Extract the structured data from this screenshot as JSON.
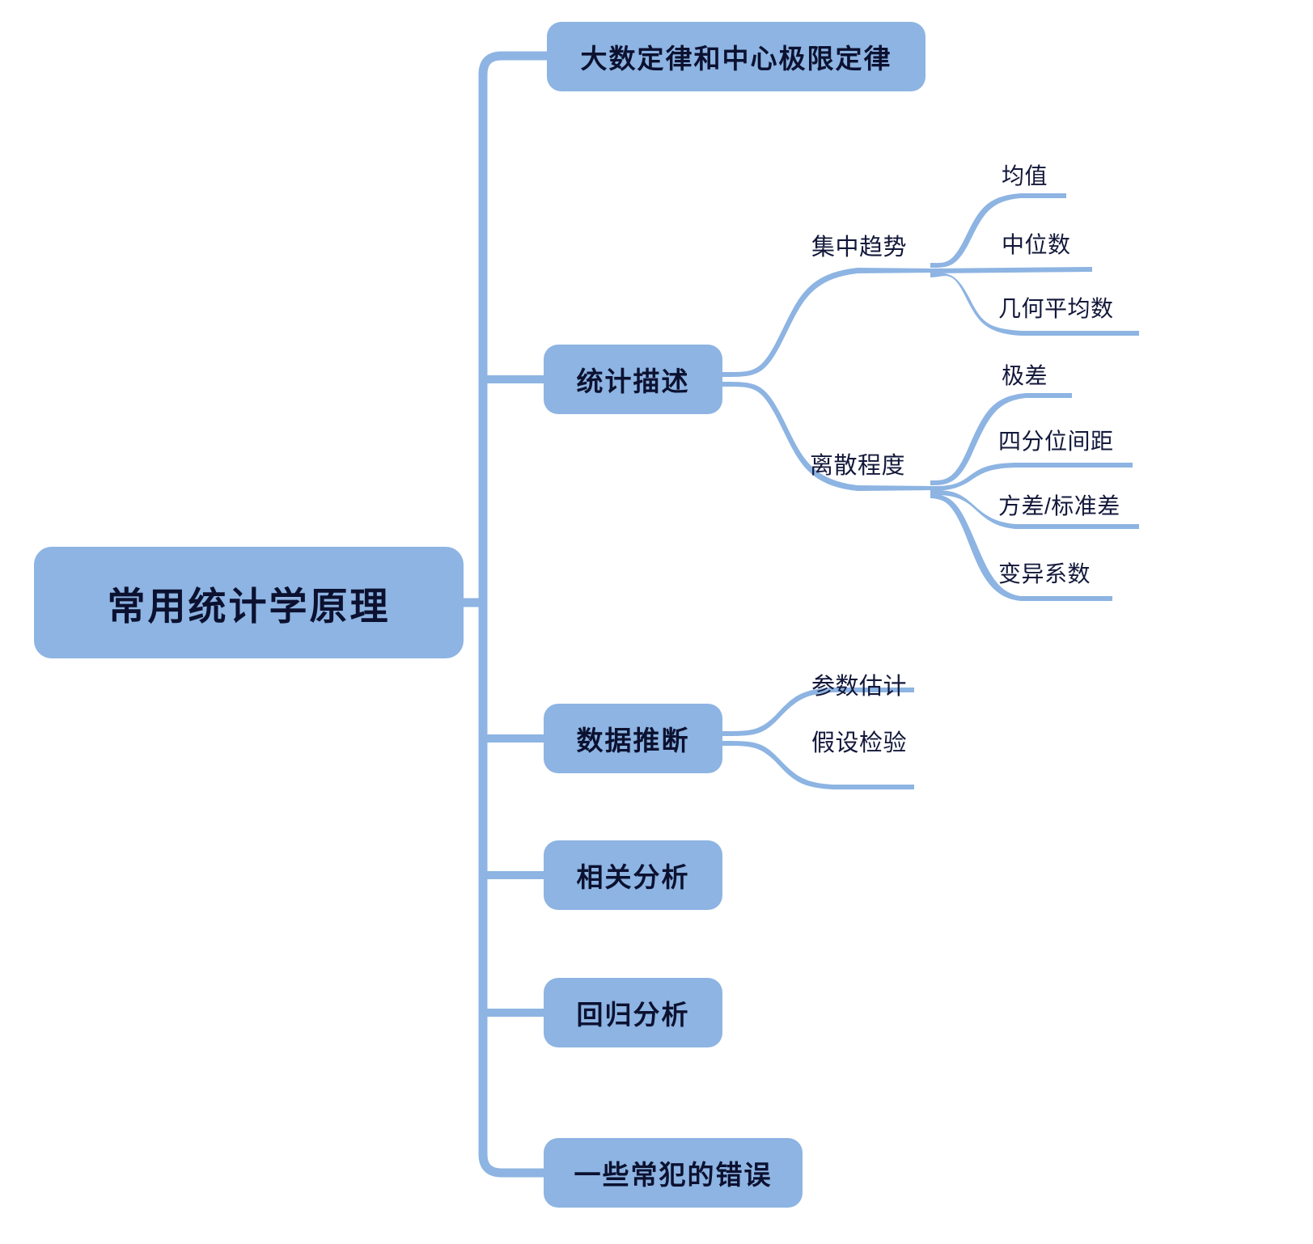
{
  "diagram": {
    "type": "mind-map",
    "title": "常用统计学原理",
    "background_color": "#ffffff",
    "node_fill_color": "#8db4e2",
    "node_text_color": "#0c1130",
    "connector_color": "#8db4e2",
    "leaf_text_color": "#13183a"
  },
  "root": {
    "label": "常用统计学原理"
  },
  "branches": [
    {
      "label": "大数定律和中心极限定律",
      "children": []
    },
    {
      "label": "统计描述",
      "children": [
        {
          "label": "集中趋势",
          "children": [
            {
              "label": "均值"
            },
            {
              "label": "中位数"
            },
            {
              "label": "几何平均数"
            }
          ]
        },
        {
          "label": "离散程度",
          "children": [
            {
              "label": "极差"
            },
            {
              "label": "四分位间距"
            },
            {
              "label": "方差/标准差"
            },
            {
              "label": "变异系数"
            }
          ]
        }
      ]
    },
    {
      "label": "数据推断",
      "children": [
        {
          "label": "参数估计",
          "children": []
        },
        {
          "label": "假设检验",
          "children": []
        }
      ]
    },
    {
      "label": "相关分析",
      "children": []
    },
    {
      "label": "回归分析",
      "children": []
    },
    {
      "label": "一些常犯的错误",
      "children": []
    }
  ]
}
